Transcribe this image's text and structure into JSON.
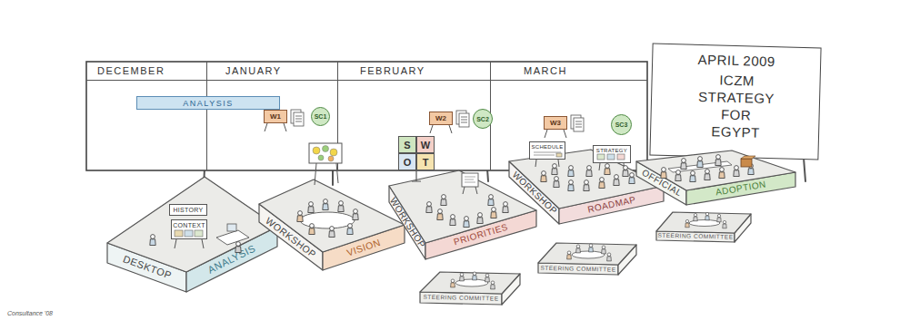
{
  "diagram": {
    "nodes": [
      {
        "text": [
          "DECEMBER"
        ]
      },
      {
        "text": [
          "JANUARY"
        ]
      },
      {
        "text": [
          "FEBRUARY"
        ]
      },
      {
        "text": [
          "MARCH"
        ]
      },
      {
        "text": [
          "ANALYSIS"
        ]
      },
      {
        "text": [
          "W1"
        ],
        "in": 1
      },
      {
        "text": [
          "SC1"
        ],
        "in": 1
      },
      {
        "text": [
          "W2"
        ],
        "in": 2
      },
      {
        "text": [
          "SC2"
        ],
        "in": 2
      },
      {
        "text": [
          "W3"
        ],
        "in": 3
      },
      {
        "text": [
          "SC3"
        ],
        "in": 3
      },
      {
        "text": [
          "APRIL 2009",
          "ICZM STRATEGY FOR EGYPT"
        ]
      },
      {
        "text": [
          "DESKTOP",
          "ANALYSIS"
        ]
      },
      {
        "text": [
          "HISTORY"
        ],
        "in": 12
      },
      {
        "text": [
          "CONTEXT"
        ],
        "in": 12
      },
      {
        "text": [
          "WORKSHOP",
          "VISION"
        ]
      },
      {
        "text": [
          "S",
          "W",
          "O",
          "T"
        ]
      },
      {
        "text": [
          "WORKSHOP",
          "PRIORITIES"
        ]
      },
      {
        "text": [
          "SCHEDULE"
        ]
      },
      {
        "text": [
          "STRATEGY"
        ]
      },
      {
        "text": [
          "WORKSHOP",
          "ROADMAP"
        ]
      },
      {
        "text": [
          "OFFICIAL",
          "ADOPTION"
        ]
      },
      {
        "text": [
          "STEERING COMMITTEE"
        ]
      },
      {
        "text": [
          "STEERING COMMITTEE"
        ]
      },
      {
        "text": [
          "STEERING COMMITTEE"
        ]
      }
    ],
    "labels": [
      "Consultance '08"
    ]
  }
}
